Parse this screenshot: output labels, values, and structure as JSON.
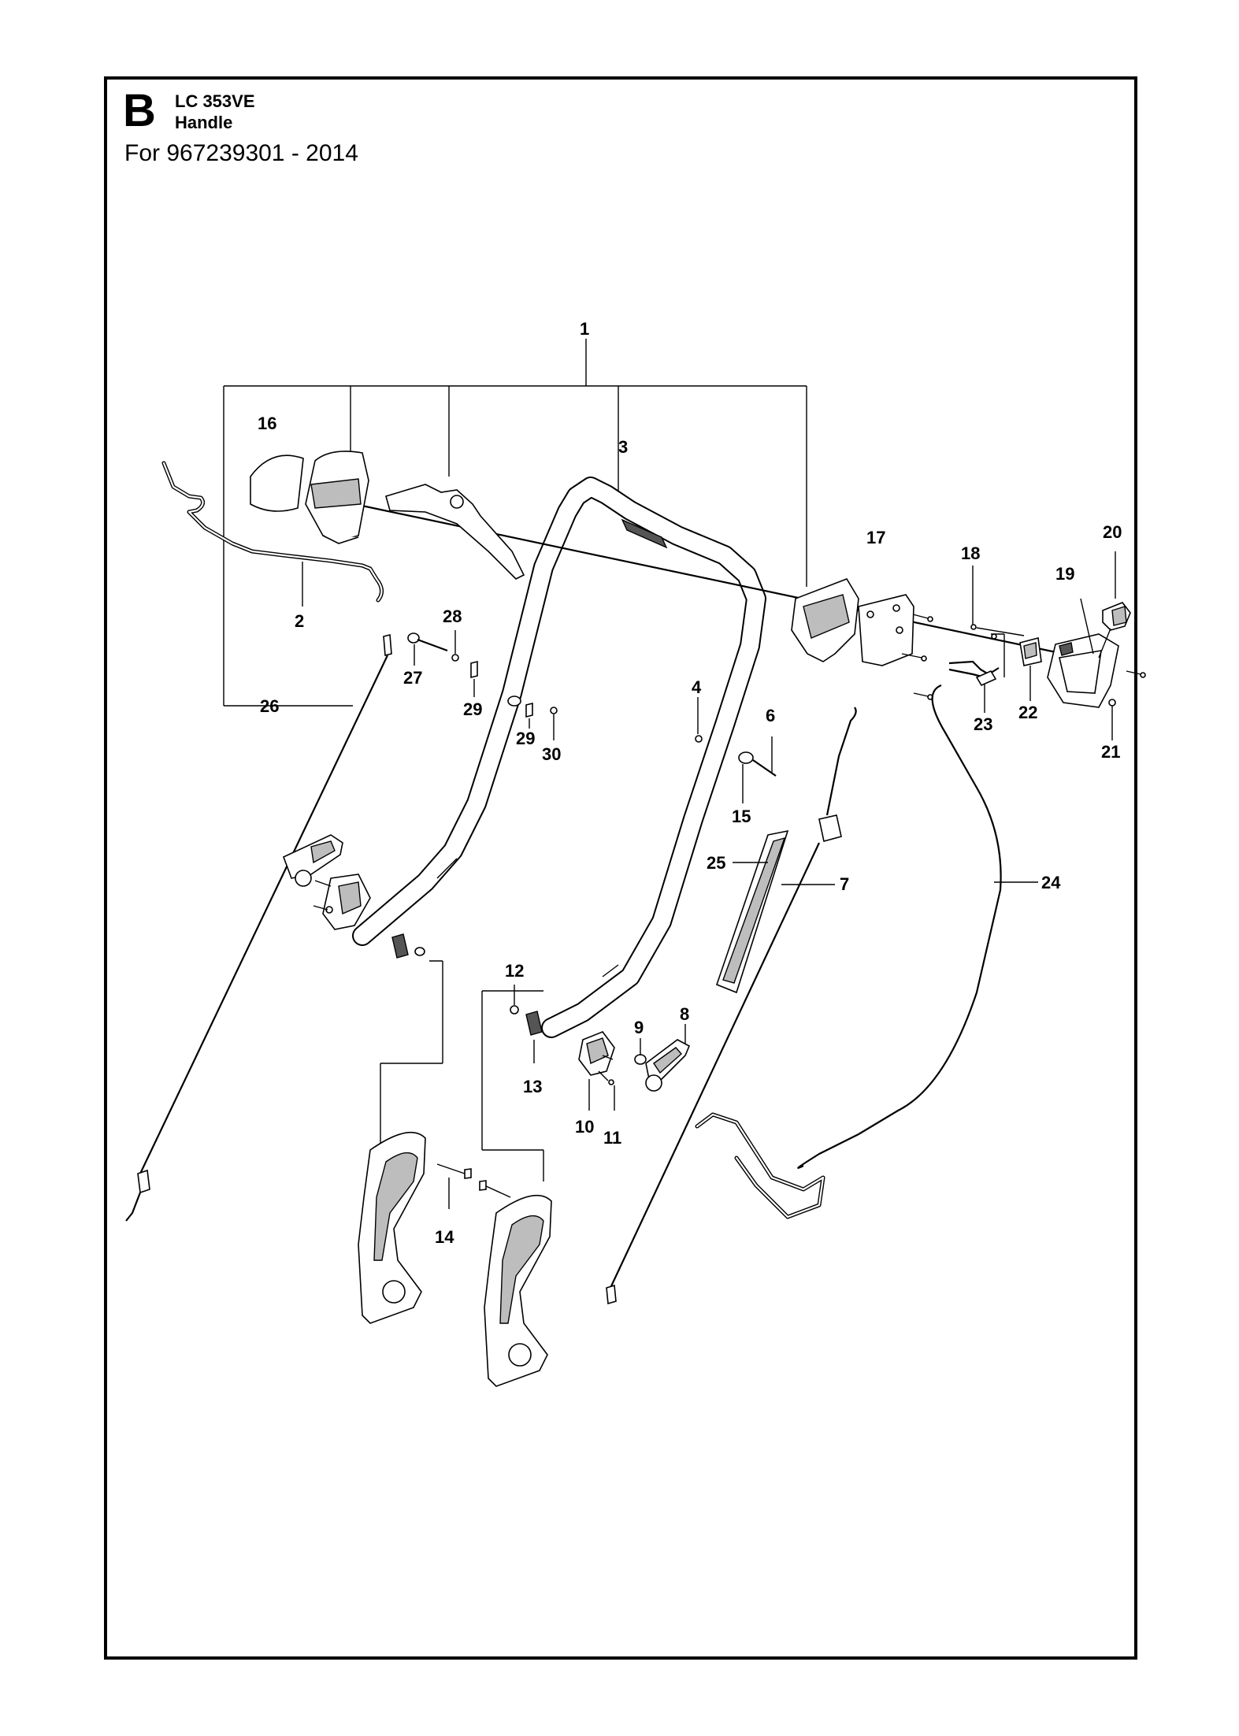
{
  "header": {
    "section_letter": "B",
    "model": "LC 353VE",
    "section_name": "Handle",
    "applies_to": "For 967239301 - 2014"
  },
  "callouts": [
    "1",
    "2",
    "3",
    "4",
    "6",
    "7",
    "8",
    "9",
    "10",
    "11",
    "12",
    "13",
    "14",
    "15",
    "16",
    "17",
    "18",
    "19",
    "20",
    "21",
    "22",
    "23",
    "24",
    "25",
    "26",
    "27",
    "28",
    "29",
    "29",
    "30"
  ]
}
